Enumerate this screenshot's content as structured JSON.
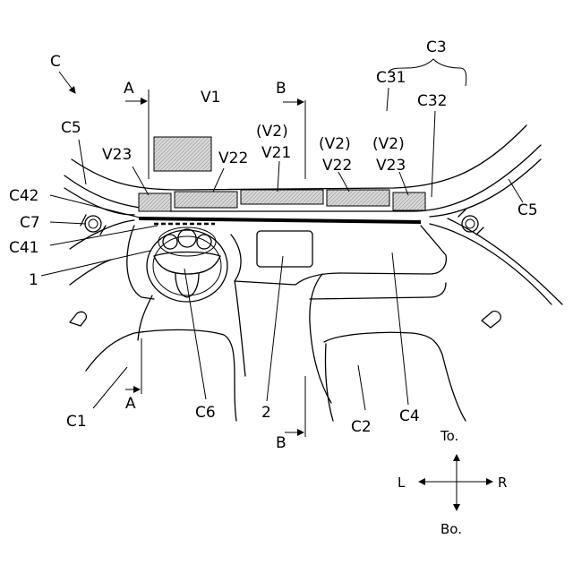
{
  "figure": {
    "labels": {
      "C": "C",
      "C1": "C1",
      "C2": "C2",
      "C3": "C3",
      "C4": "C4",
      "C5_left": "C5",
      "C5_right": "C5",
      "C6": "C6",
      "C7": "C7",
      "C31": "C31",
      "C32": "C32",
      "C41": "C41",
      "C42": "C42",
      "V1": "V1",
      "V21": "V21",
      "V22_left": "V22",
      "V22_right": "V22",
      "V23_left": "V23",
      "V23_right": "V23",
      "V2_paren_a": "(V2)",
      "V2_paren_b": "(V2)",
      "V2_paren_c": "(V2)",
      "ref_1": "1",
      "ref_2": "2",
      "section_A_top": "A",
      "section_A_bottom": "A",
      "section_B_top": "B",
      "section_B_bottom": "B"
    },
    "compass": {
      "top": "To.",
      "bottom": "Bo.",
      "left": "L",
      "right": "R"
    }
  }
}
